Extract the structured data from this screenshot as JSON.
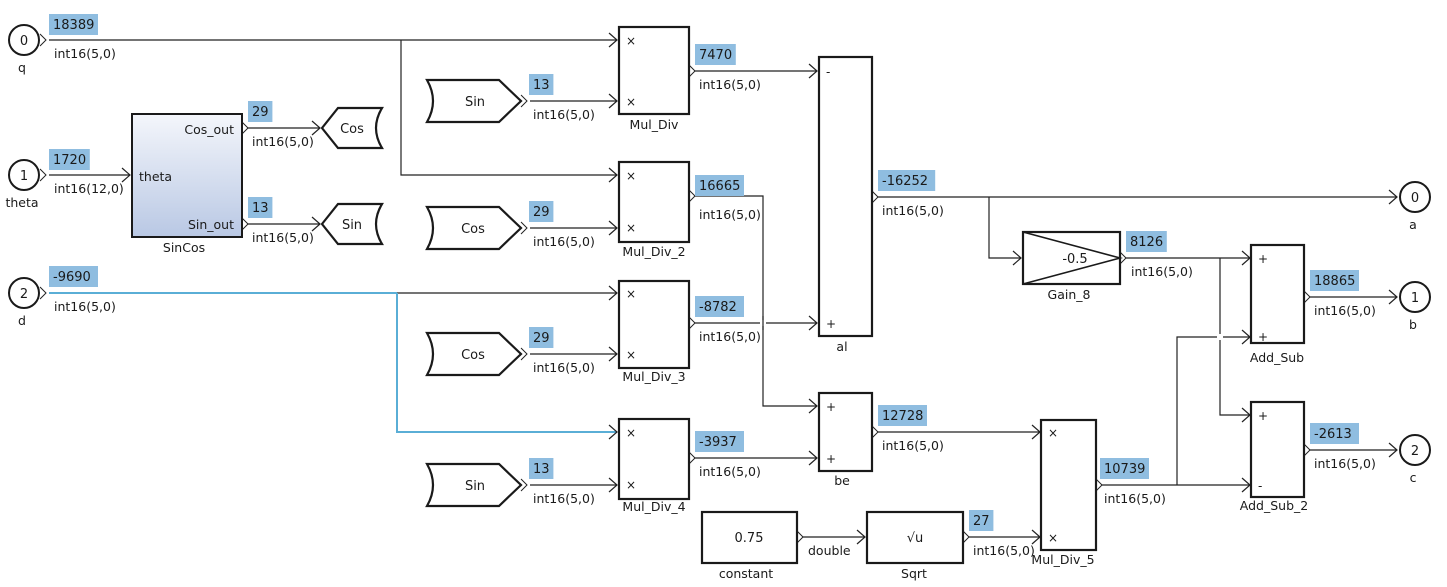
{
  "diagram": {
    "inports": [
      {
        "id": "q",
        "number": "0",
        "name": "q",
        "value": "18389",
        "dtype": "int16(5,0)"
      },
      {
        "id": "theta",
        "number": "1",
        "name": "theta",
        "value": "1720",
        "dtype": "int16(12,0)"
      },
      {
        "id": "d",
        "number": "2",
        "name": "d",
        "value": "-9690",
        "dtype": "int16(5,0)"
      }
    ],
    "outports": [
      {
        "id": "a",
        "number": "0",
        "name": "a"
      },
      {
        "id": "b",
        "number": "1",
        "name": "b"
      },
      {
        "id": "c",
        "number": "2",
        "name": "c"
      }
    ],
    "sincos": {
      "name": "SinCos",
      "in_port": "theta",
      "out_ports": [
        "Cos_out",
        "Sin_out"
      ],
      "cos_value": "29",
      "cos_dtype": "int16(5,0)",
      "sin_value": "13",
      "sin_dtype": "int16(5,0)"
    },
    "goto_tags": [
      {
        "id": "goto_cos",
        "tag": "Cos"
      },
      {
        "id": "goto_sin",
        "tag": "Sin"
      }
    ],
    "from_tags": [
      {
        "id": "from1",
        "tag": "Sin",
        "value": "13",
        "dtype": "int16(5,0)"
      },
      {
        "id": "from2",
        "tag": "Cos",
        "value": "29",
        "dtype": "int16(5,0)"
      },
      {
        "id": "from3",
        "tag": "Cos",
        "value": "29",
        "dtype": "int16(5,0)"
      },
      {
        "id": "from4",
        "tag": "Sin",
        "value": "13",
        "dtype": "int16(5,0)"
      }
    ],
    "muldiv": [
      {
        "name": "Mul_Div",
        "signs": [
          "×",
          "×"
        ],
        "value": "7470",
        "dtype": "int16(5,0)"
      },
      {
        "name": "Mul_Div_2",
        "signs": [
          "×",
          "×"
        ],
        "value": "16665",
        "dtype": "int16(5,0)"
      },
      {
        "name": "Mul_Div_3",
        "signs": [
          "×",
          "×"
        ],
        "value": "-8782",
        "dtype": "int16(5,0)"
      },
      {
        "name": "Mul_Div_4",
        "signs": [
          "×",
          "×"
        ],
        "value": "-3937",
        "dtype": "int16(5,0)"
      },
      {
        "name": "Mul_Div_5",
        "signs": [
          "×",
          "×"
        ],
        "value": "10739",
        "dtype": "int16(5,0)"
      }
    ],
    "al": {
      "name": "al",
      "signs": [
        "-",
        "+"
      ],
      "value": "-16252",
      "dtype": "int16(5,0)"
    },
    "be": {
      "name": "be",
      "signs": [
        "+",
        "+"
      ],
      "value": "12728",
      "dtype": "int16(5,0)"
    },
    "gain": {
      "name": "Gain_8",
      "gain": "-0.5",
      "value": "8126",
      "dtype": "int16(5,0)"
    },
    "add_sub": {
      "name": "Add_Sub",
      "signs": [
        "+",
        "+"
      ],
      "value": "18865",
      "dtype": "int16(5,0)"
    },
    "add_sub_2": {
      "name": "Add_Sub_2",
      "signs": [
        "+",
        "-"
      ],
      "value": "-2613",
      "dtype": "int16(5,0)"
    },
    "constant": {
      "name": "constant",
      "value": "0.75",
      "dtype": "double"
    },
    "sqrt": {
      "name": "Sqrt",
      "symbol": "√u",
      "value": "27",
      "dtype": "int16(5,0)"
    },
    "colors": {
      "value_bg": "#8fbde0",
      "highlight_wire": "#5aaed6",
      "block_gradient_top": "#f4f6fb",
      "block_gradient_bottom": "#b9c8e4"
    }
  }
}
